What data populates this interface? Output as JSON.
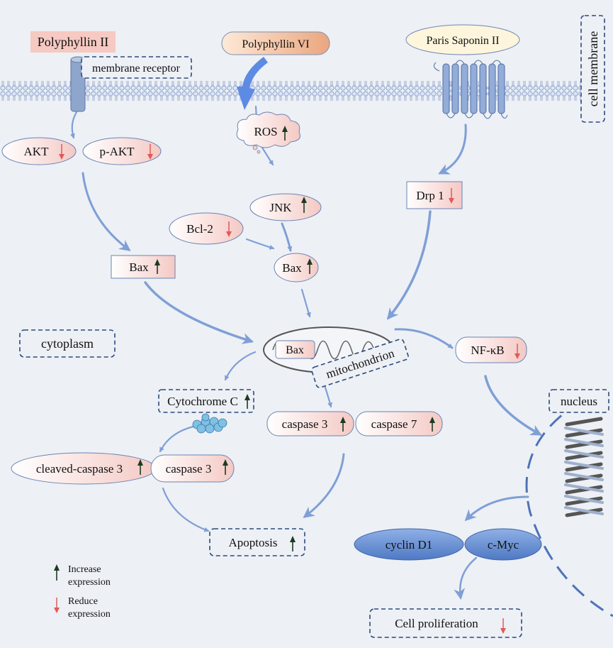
{
  "diagram": {
    "drugs": {
      "polyphyllin_ii": "Polyphyllin II",
      "polyphyllin_vi": "Polyphyllin VI",
      "paris_saponin_ii": "Paris Saponin II"
    },
    "regions": {
      "membrane_receptor": "membrane receptor",
      "cell_membrane": "cell membrane",
      "cytoplasm": "cytoplasm",
      "mitochondrion": "mitochondrion",
      "nucleus": "nucleus"
    },
    "nodes": {
      "akt": "AKT",
      "p_akt": "p-AKT",
      "ros": "ROS",
      "jnk": "JNK",
      "bcl2": "Bcl-2",
      "drp1": "Drp 1",
      "bax_left": "Bax",
      "bax_mid": "Bax",
      "bax_mito": "Bax",
      "nfkb": "NF-κB",
      "cytochrome_c": "Cytochrome C",
      "caspase3_mid": "caspase 3",
      "caspase7": "caspase 7",
      "cleaved_caspase3": "cleaved-caspase 3",
      "caspase3_left": "caspase 3",
      "apoptosis": "Apoptosis",
      "cyclin_d1": "cyclin D1",
      "c_myc": "c-Myc",
      "cell_proliferation": "Cell proliferation"
    },
    "legend": {
      "increase_line1": "Increase",
      "increase_line2": "expression",
      "reduce_line1": "Reduce",
      "reduce_line2": "expression"
    },
    "colors": {
      "background": "#edf0f5",
      "arrow_blue": "#7f9fd6",
      "increase_arrow": "#1c3a22",
      "reduce_arrow": "#e05a5a",
      "dashed_border": "#2c4a7c"
    }
  }
}
